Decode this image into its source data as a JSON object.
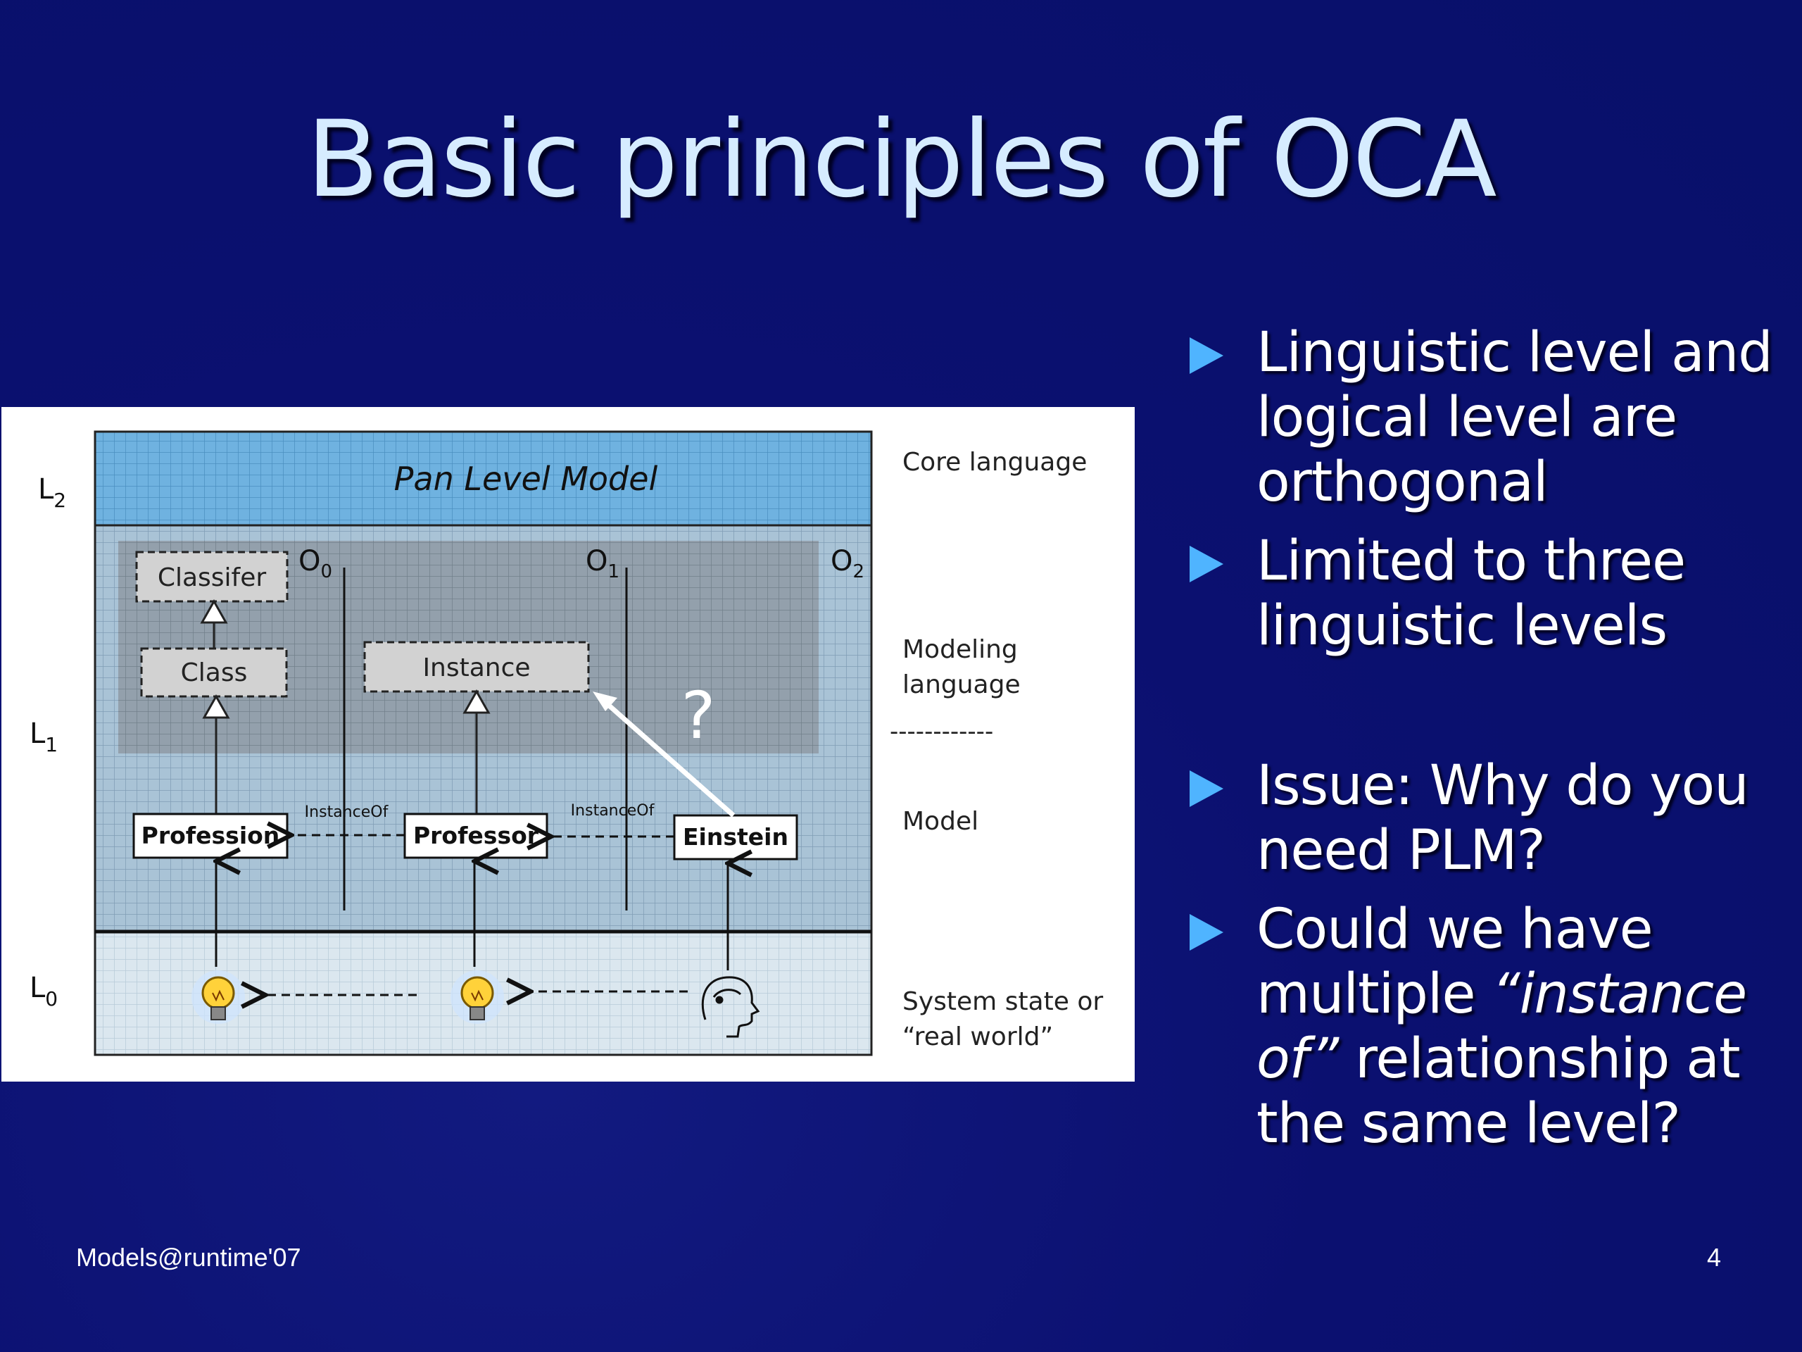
{
  "title": "Basic principles of OCA",
  "bullets": [
    {
      "text": "Linguistic level and logical level are orthogonal"
    },
    {
      "text": "Limited to three linguistic levels"
    },
    {
      "text": "Issue: Why do you need PLM?"
    },
    {
      "pre": "Could we have multiple ",
      "italic": "“instance of”",
      "post": " relationship at the same level?"
    }
  ],
  "footer": {
    "left": "Models@runtime'07",
    "page": "4"
  },
  "diagram": {
    "pan_level_model": "Pan Level Model",
    "levels": {
      "l2": "L",
      "l2_sub": "2",
      "l1": "L",
      "l1_sub": "1",
      "l0": "L",
      "l0_sub": "0"
    },
    "ontological": {
      "o0": "O",
      "o0_sub": "0",
      "o1": "O",
      "o1_sub": "1",
      "o2": "O",
      "o2_sub": "2"
    },
    "meta_boxes": {
      "classifer": "Classifer",
      "class": "Class",
      "instance": "Instance"
    },
    "model_boxes": {
      "profession": "Profession",
      "professor": "Professor",
      "einstein": "Einstein"
    },
    "instance_of_1": "InstanceOf",
    "instance_of_2": "InstanceOf",
    "question": "?",
    "right_labels": {
      "core": "Core language",
      "modeling_1": "Modeling",
      "modeling_2": "language",
      "separator": "------------",
      "model": "Model",
      "system_1": "System state or",
      "system_2": "“real world”"
    }
  }
}
